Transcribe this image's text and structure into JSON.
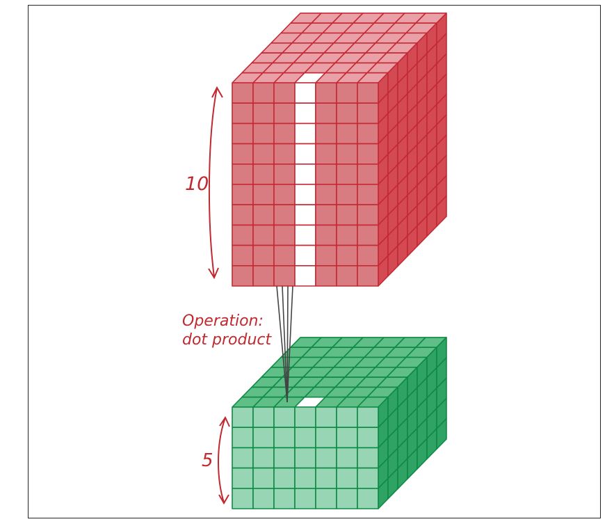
{
  "labels": {
    "height_top": "10",
    "operation_line1": "Operation:",
    "operation_line2": "dot product",
    "height_bottom": "5"
  },
  "colors": {
    "red_front": "#d87c82",
    "red_top": "#e9a1a7",
    "red_side": "#d44a52",
    "red_stroke": "#c42934",
    "green_front": "#97d5b4",
    "green_top": "#5fbf87",
    "green_side": "#2fa363",
    "green_stroke": "#0e8a45",
    "annotation": "#c0292f",
    "connector": "#444444"
  },
  "grid": {
    "columns": 7,
    "depth": 7,
    "top_block_rows": 10,
    "bottom_block_rows": 5,
    "highlight_column": 3
  }
}
